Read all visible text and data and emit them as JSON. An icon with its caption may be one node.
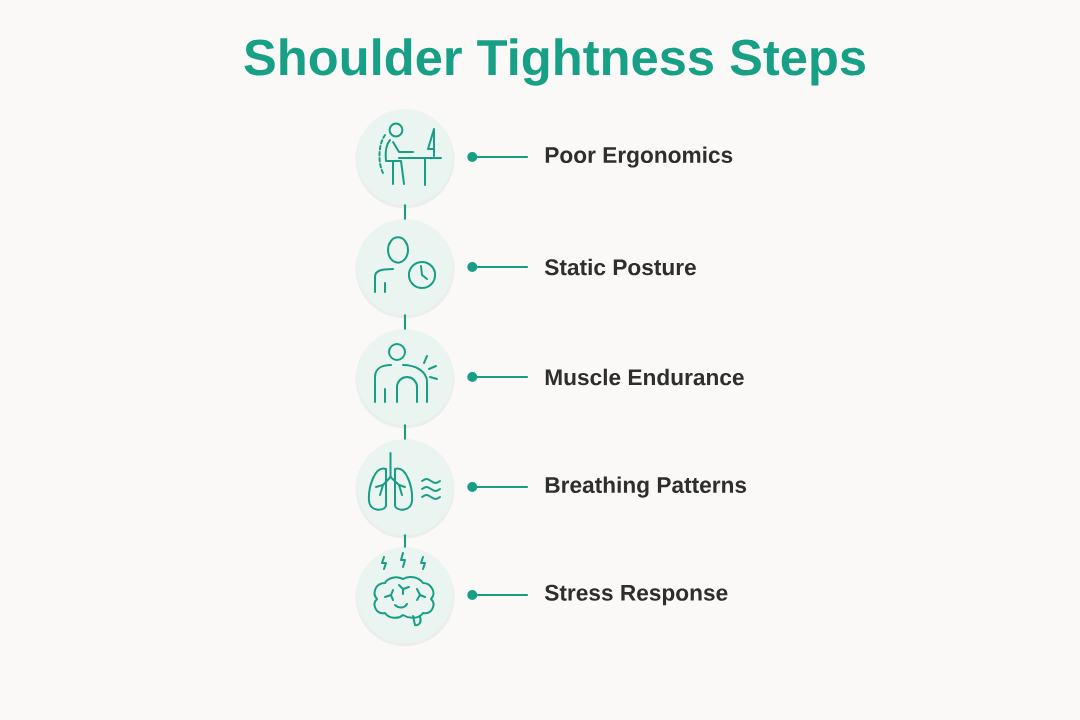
{
  "diagram": {
    "title": "Shoulder Tightness Steps",
    "nodes": [
      {
        "text": [],
        "shape": "circle"
      },
      {
        "text": [
          "Poor Ergonomics"
        ]
      },
      {
        "text": [],
        "shape": "circle"
      },
      {
        "text": [
          "Static Posture"
        ]
      },
      {
        "text": [],
        "shape": "circle"
      },
      {
        "text": [
          "Muscle Endurance"
        ]
      },
      {
        "text": [],
        "shape": "circle"
      },
      {
        "text": [
          "Breathing Patterns"
        ]
      },
      {
        "text": [],
        "shape": "circle"
      },
      {
        "text": [
          "Stress Response"
        ]
      }
    ],
    "edges": [
      {
        "from": 1,
        "to": 0,
        "arrow": "to"
      },
      {
        "from": 0,
        "to": 2,
        "arrow": "none"
      },
      {
        "from": 3,
        "to": 2,
        "arrow": "to"
      },
      {
        "from": 2,
        "to": 4,
        "arrow": "none"
      },
      {
        "from": 5,
        "to": 4,
        "arrow": "to"
      },
      {
        "from": 4,
        "to": 6,
        "arrow": "none"
      },
      {
        "from": 7,
        "to": 6,
        "arrow": "to"
      },
      {
        "from": 6,
        "to": 8,
        "arrow": "none"
      },
      {
        "from": 9,
        "to": 8,
        "arrow": "to"
      }
    ]
  }
}
